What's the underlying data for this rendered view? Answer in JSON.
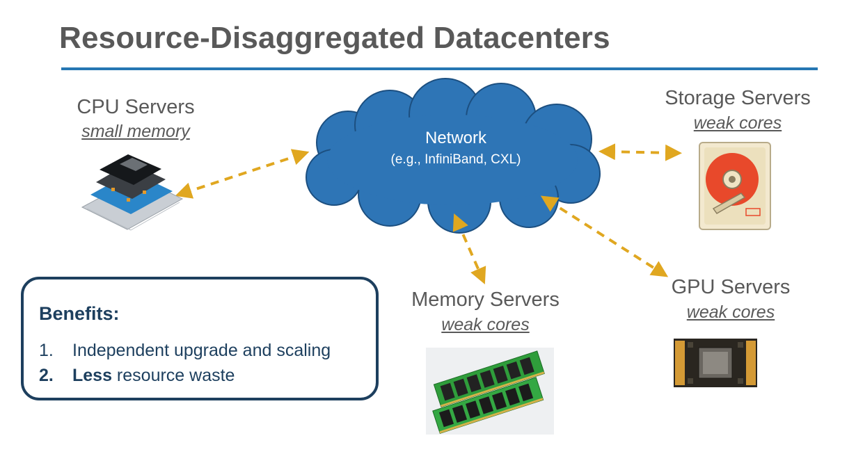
{
  "slide": {
    "title": "Resource-Disaggregated Datacenters"
  },
  "network": {
    "label": "Network",
    "sublabel": "(e.g., InfiniBand, CXL)",
    "cloud_color": "#2e75b6"
  },
  "nodes": {
    "cpu": {
      "title": "CPU Servers",
      "subtitle": "small memory",
      "icon": "cpu-chip-icon"
    },
    "storage": {
      "title": "Storage Servers",
      "subtitle": "weak cores",
      "icon": "hard-disk-icon"
    },
    "memory": {
      "title": "Memory Servers",
      "subtitle": "weak cores",
      "icon": "ram-module-icon"
    },
    "gpu": {
      "title": "GPU Servers",
      "subtitle": "weak cores",
      "icon": "gpu-board-icon"
    }
  },
  "connector_color": "#e0a720",
  "benefits": {
    "title": "Benefits:",
    "items": [
      {
        "number": "1.",
        "text": "Independent upgrade and scaling"
      },
      {
        "number": "2.",
        "bold": "Less",
        "text": " resource waste"
      }
    ]
  }
}
